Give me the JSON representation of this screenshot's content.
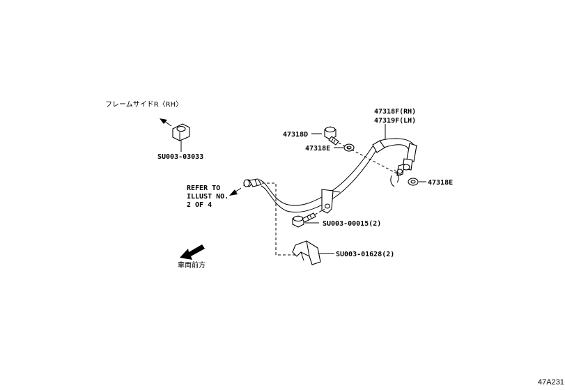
{
  "labels": {
    "frame_side": "フレームサイドR〈RH〉",
    "su_03033": "SU003-03033",
    "refer_1": "REFER TO",
    "refer_2": "ILLUST NO.",
    "refer_3": "2 OF 4",
    "part_47318f": "47318F(RH)",
    "part_47319f": "47319F(LH)",
    "part_47318d": "47318D",
    "part_47318e_left": "47318E",
    "part_47318e_right": "47318E",
    "su_00015": "SU003-00015(2)",
    "su_01628": "SU003-01628(2)",
    "vehicle_front": "車両前方",
    "illustration_id": "47A231"
  }
}
